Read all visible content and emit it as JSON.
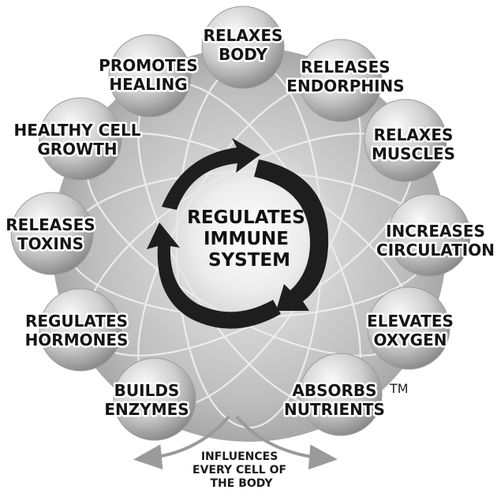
{
  "center": {
    "lines": [
      "REGULATES",
      "IMMUNE",
      "SYSTEM"
    ]
  },
  "nodes": [
    {
      "id": "relaxes-body",
      "lines": [
        "RELAXES",
        "BODY"
      ]
    },
    {
      "id": "releases-endorphins",
      "lines": [
        "RELEASES",
        "ENDORPHINS"
      ]
    },
    {
      "id": "relaxes-muscles",
      "lines": [
        "RELAXES",
        "MUSCLES"
      ]
    },
    {
      "id": "increases-circulation",
      "lines": [
        "INCREASES",
        "CIRCULATION"
      ]
    },
    {
      "id": "elevates-oxygen",
      "lines": [
        "ELEVATES",
        "OXYGEN"
      ]
    },
    {
      "id": "absorbs-nutrients",
      "lines": [
        "ABSORBS",
        "NUTRIENTS"
      ]
    },
    {
      "id": "builds-enzymes",
      "lines": [
        "BUILDS",
        "ENZYMES"
      ]
    },
    {
      "id": "regulates-hormones",
      "lines": [
        "REGULATES",
        "HORMONES"
      ]
    },
    {
      "id": "releases-toxins",
      "lines": [
        "RELEASES",
        "TOXINS"
      ]
    },
    {
      "id": "healthy-cell-growth",
      "lines": [
        "HEALTHY CELL",
        "GROWTH"
      ]
    },
    {
      "id": "promotes-healing",
      "lines": [
        "PROMOTES",
        "HEALING"
      ]
    }
  ],
  "footer": {
    "lines": [
      "INFLUENCES",
      "EVERY CELL OF",
      "THE BODY"
    ]
  },
  "trademark": "TM",
  "colors": {
    "text": "#141414",
    "arrow": "#1e1e1e",
    "node_fill_light": "#f2f2f2",
    "node_fill_dark": "#8e8e8e",
    "ring_fill": "#c9c9c9",
    "background": "#ffffff"
  }
}
